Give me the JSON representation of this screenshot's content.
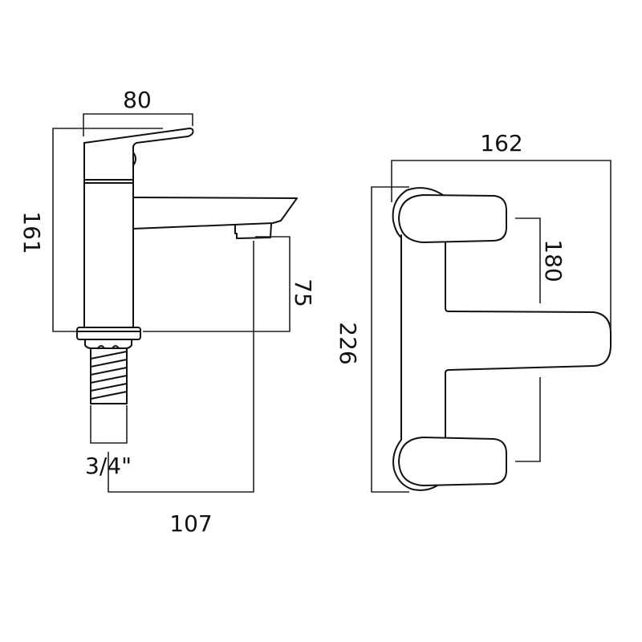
{
  "side_view": {
    "dims": {
      "handle_width": "80",
      "overall_height": "161",
      "spout_height": "75",
      "spout_reach": "107",
      "thread_size": "3/4\""
    }
  },
  "top_view": {
    "dims": {
      "overall_width": "162",
      "overall_length": "226",
      "centres": "180"
    }
  },
  "colors": {
    "line": "#111111",
    "background": "#ffffff"
  }
}
